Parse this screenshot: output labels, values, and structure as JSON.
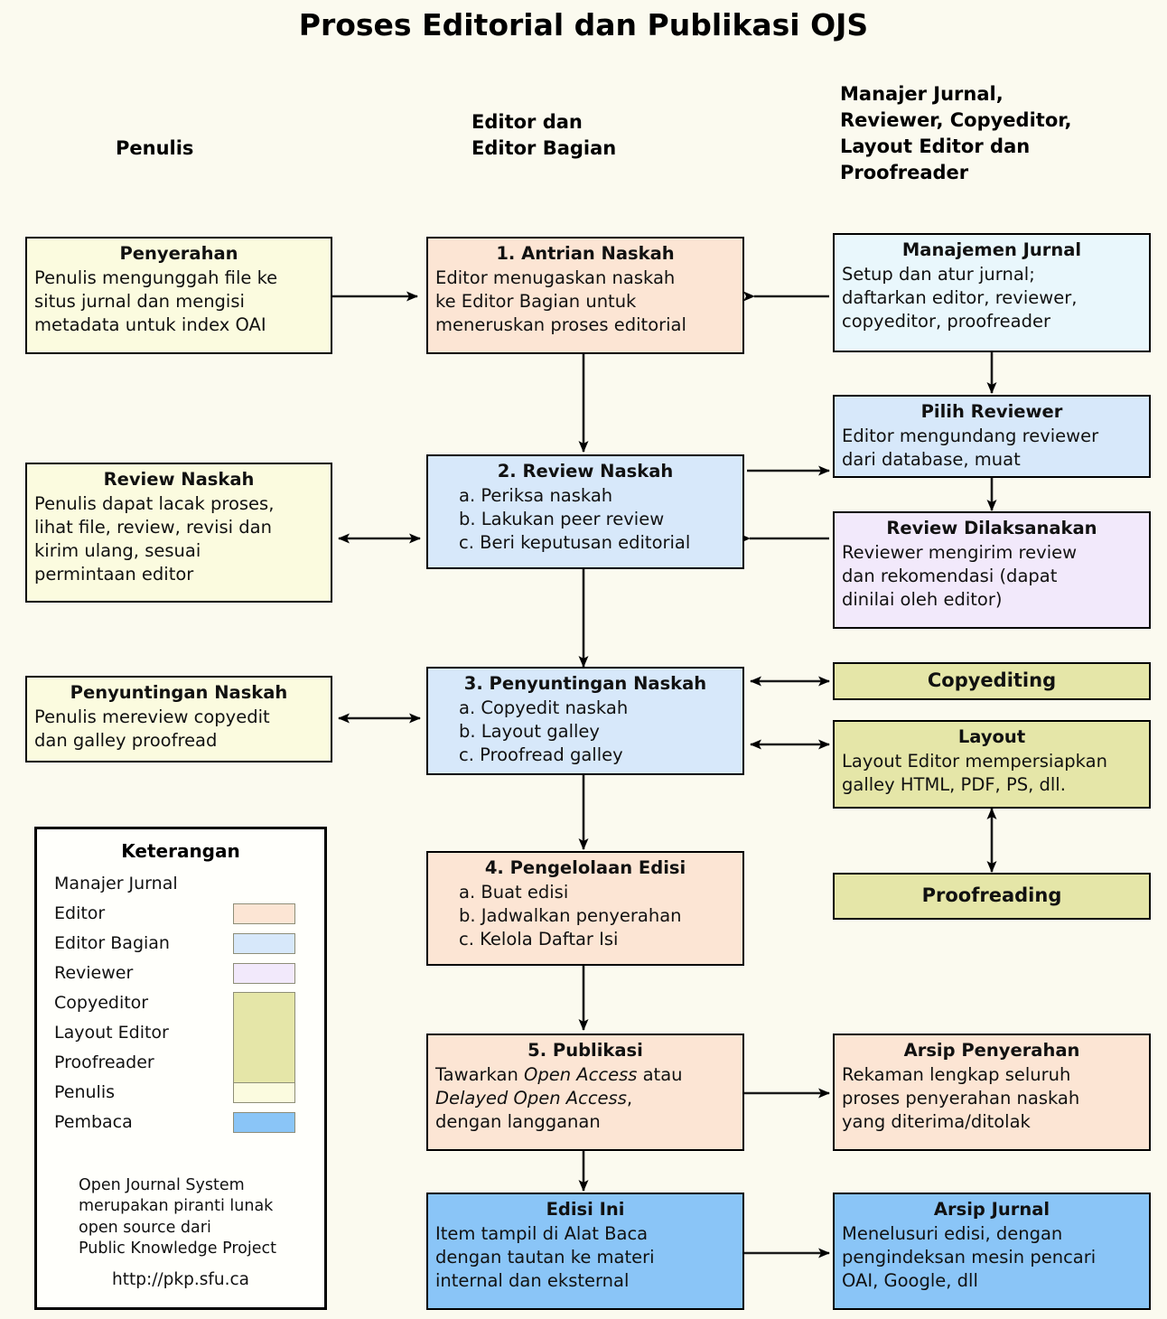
{
  "title": "Proses Editorial dan Publikasi OJS",
  "columns": [
    {
      "id": "penulis",
      "label": "Penulis"
    },
    {
      "id": "editor",
      "label": "Editor dan\nEditor Bagian"
    },
    {
      "id": "others",
      "label": "Manajer Jurnal,\nReviewer, Copyeditor,\nLayout Editor dan\nProofreader"
    }
  ],
  "nodes": {
    "penyerahan": {
      "heading": "Penyerahan",
      "body": "Penulis mengunggah file ke\nsitus jurnal dan mengisi\nmetadata untuk index OAI",
      "color": "#fbfbdf",
      "role": "Penulis"
    },
    "antrian": {
      "heading": "1. Antrian Naskah",
      "body": "Editor menugaskan naskah\nke Editor Bagian untuk\nmeneruskan proses editorial",
      "color": "#fce5d4",
      "role": "Editor"
    },
    "manajemen": {
      "heading": "Manajemen Jurnal",
      "body": "Setup dan atur jurnal;\ndaftarkan editor, reviewer,\ncopyeditor, proofreader",
      "color": "#e9f7fc",
      "role": "Manajer Jurnal"
    },
    "pilih_reviewer": {
      "heading": "Pilih Reviewer",
      "body": "Editor mengundang reviewer\ndari database, muat",
      "color": "#d7e8fa",
      "role": "Editor Bagian"
    },
    "review_naskah_penulis": {
      "heading": "Review Naskah",
      "body": "Penulis dapat lacak proses,\nlihat file, review, revisi dan\nkirim ulang, sesuai\npermintaan editor",
      "color": "#fbfbdf",
      "role": "Penulis"
    },
    "review_naskah": {
      "heading": "2. Review Naskah",
      "body": "a. Periksa naskah\nb. Lakukan peer review\nc. Beri keputusan editorial",
      "color": "#d7e8fa",
      "role": "Editor Bagian"
    },
    "review_dilaksanakan": {
      "heading": "Review Dilaksanakan",
      "body": "Reviewer mengirim review\ndan rekomendasi (dapat\ndinilai oleh editor)",
      "color": "#f2e9fb",
      "role": "Reviewer"
    },
    "penyuntingan_penulis": {
      "heading": "Penyuntingan Naskah",
      "body": "Penulis mereview copyedit\ndan galley proofread",
      "color": "#fbfbdf",
      "role": "Penulis"
    },
    "penyuntingan": {
      "heading": "3. Penyuntingan Naskah",
      "body": "a. Copyedit naskah\nb. Layout galley\nc. Proofread galley",
      "color": "#d7e8fa",
      "role": "Editor Bagian"
    },
    "copyediting": {
      "heading": "Copyediting",
      "body": "",
      "color": "#e5e6a8",
      "role": "Copyeditor"
    },
    "layout": {
      "heading": "Layout",
      "body": "Layout Editor mempersiapkan\ngalley HTML, PDF, PS, dll.",
      "color": "#e5e6a8",
      "role": "Layout Editor"
    },
    "proofreading": {
      "heading": "Proofreading",
      "body": "",
      "color": "#e5e6a8",
      "role": "Proofreader"
    },
    "pengelolaan": {
      "heading": "4. Pengelolaan Edisi",
      "body": "a. Buat edisi\nb. Jadwalkan penyerahan\nc. Kelola Daftar Isi",
      "color": "#fce5d4",
      "role": "Editor"
    },
    "publikasi": {
      "heading": "5. Publikasi",
      "body_html": "Tawarkan <span class=\"it\">Open Access</span> atau\n<span class=\"it\">Delayed Open Access</span>,\ndengan langganan",
      "body": "Tawarkan Open Access atau\nDelayed Open Access,\ndengan langganan",
      "color": "#fce5d4",
      "role": "Editor"
    },
    "arsip_penyerahan": {
      "heading": "Arsip Penyerahan",
      "body": "Rekaman lengkap seluruh\nproses penyerahan naskah\nyang diterima/ditolak",
      "color": "#fce5d4",
      "role": "Editor"
    },
    "edisi_ini": {
      "heading": "Edisi Ini",
      "body": "Item tampil di Alat Baca\ndengan tautan ke materi\ninternal dan eksternal",
      "color": "#8ac5f7",
      "role": "Pembaca"
    },
    "arsip_jurnal": {
      "heading": "Arsip Jurnal",
      "body": "Menelusuri edisi, dengan\npengindeksan mesin pencari\nOAI, Google, dll",
      "color": "#8ac5f7",
      "role": "Pembaca"
    }
  },
  "legend": {
    "title": "Keterangan",
    "items": [
      {
        "label": "Manajer Jurnal",
        "color": null
      },
      {
        "label": "Editor",
        "color": "#fce5d4"
      },
      {
        "label": "Editor Bagian",
        "color": "#d7e8fa"
      },
      {
        "label": "Reviewer",
        "color": "#f2e9fb"
      },
      {
        "label": "Copyeditor",
        "color": "#e5e6a8"
      },
      {
        "label": "Layout Editor",
        "color": "#e5e6a8"
      },
      {
        "label": "Proofreader",
        "color": "#e5e6a8"
      },
      {
        "label": "Penulis",
        "color": "#fbfbdf"
      },
      {
        "label": "Pembaca",
        "color": "#8ac5f7"
      }
    ],
    "note": "Open Journal System\nmerupakan piranti lunak\nopen source dari\nPublic Knowledge Project",
    "url": "http://pkp.sfu.ca"
  },
  "background_color": "#fbfaef"
}
